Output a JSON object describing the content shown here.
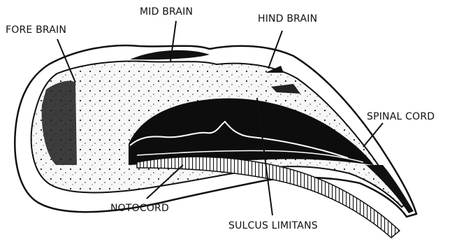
{
  "labels": {
    "fore_brain": "FORE BRAIN",
    "mid_brain": "MID BRAIN",
    "hind_brain": "HIND BRAIN",
    "spinal_cord": "SPINAL CORD",
    "notocord": "NOTOCORD",
    "sulcus_limitans": "SULCUS LIMITANS"
  },
  "colors": {
    "ink": "#111111",
    "paper": "#ffffff"
  }
}
